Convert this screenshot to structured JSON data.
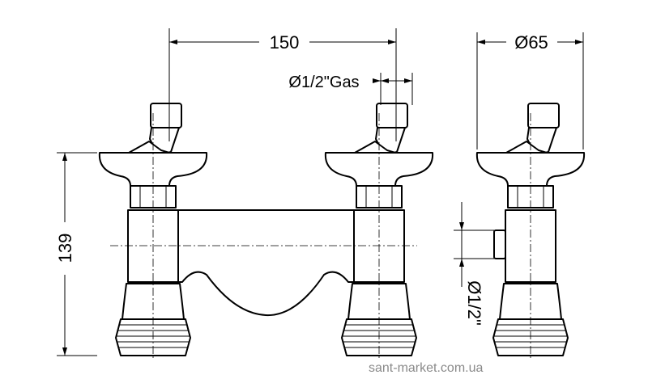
{
  "title": "Bath mixer dimension drawing",
  "dimensions": {
    "center_distance": "150",
    "inlet_thread": "Ø1/2\"Gas",
    "diameter": "Ø65",
    "height": "139",
    "outlet_thread": "Ø1/2\""
  },
  "watermark": "sant-market.com.ua"
}
